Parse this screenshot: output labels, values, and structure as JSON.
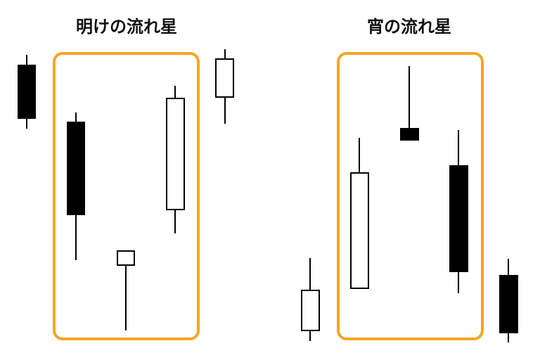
{
  "colors": {
    "highlight": "#F5A623",
    "bearish": "#000000",
    "bullish": "#ffffff",
    "outline": "#000000"
  },
  "panels": [
    {
      "title": "明けの流れ星",
      "candles": [
        "bearish",
        "bearish",
        "bullish",
        "bullish",
        "bullish"
      ]
    },
    {
      "title": "宵の流れ星",
      "candles": [
        "bullish",
        "bullish",
        "bearish",
        "bearish",
        "bearish"
      ]
    }
  ]
}
